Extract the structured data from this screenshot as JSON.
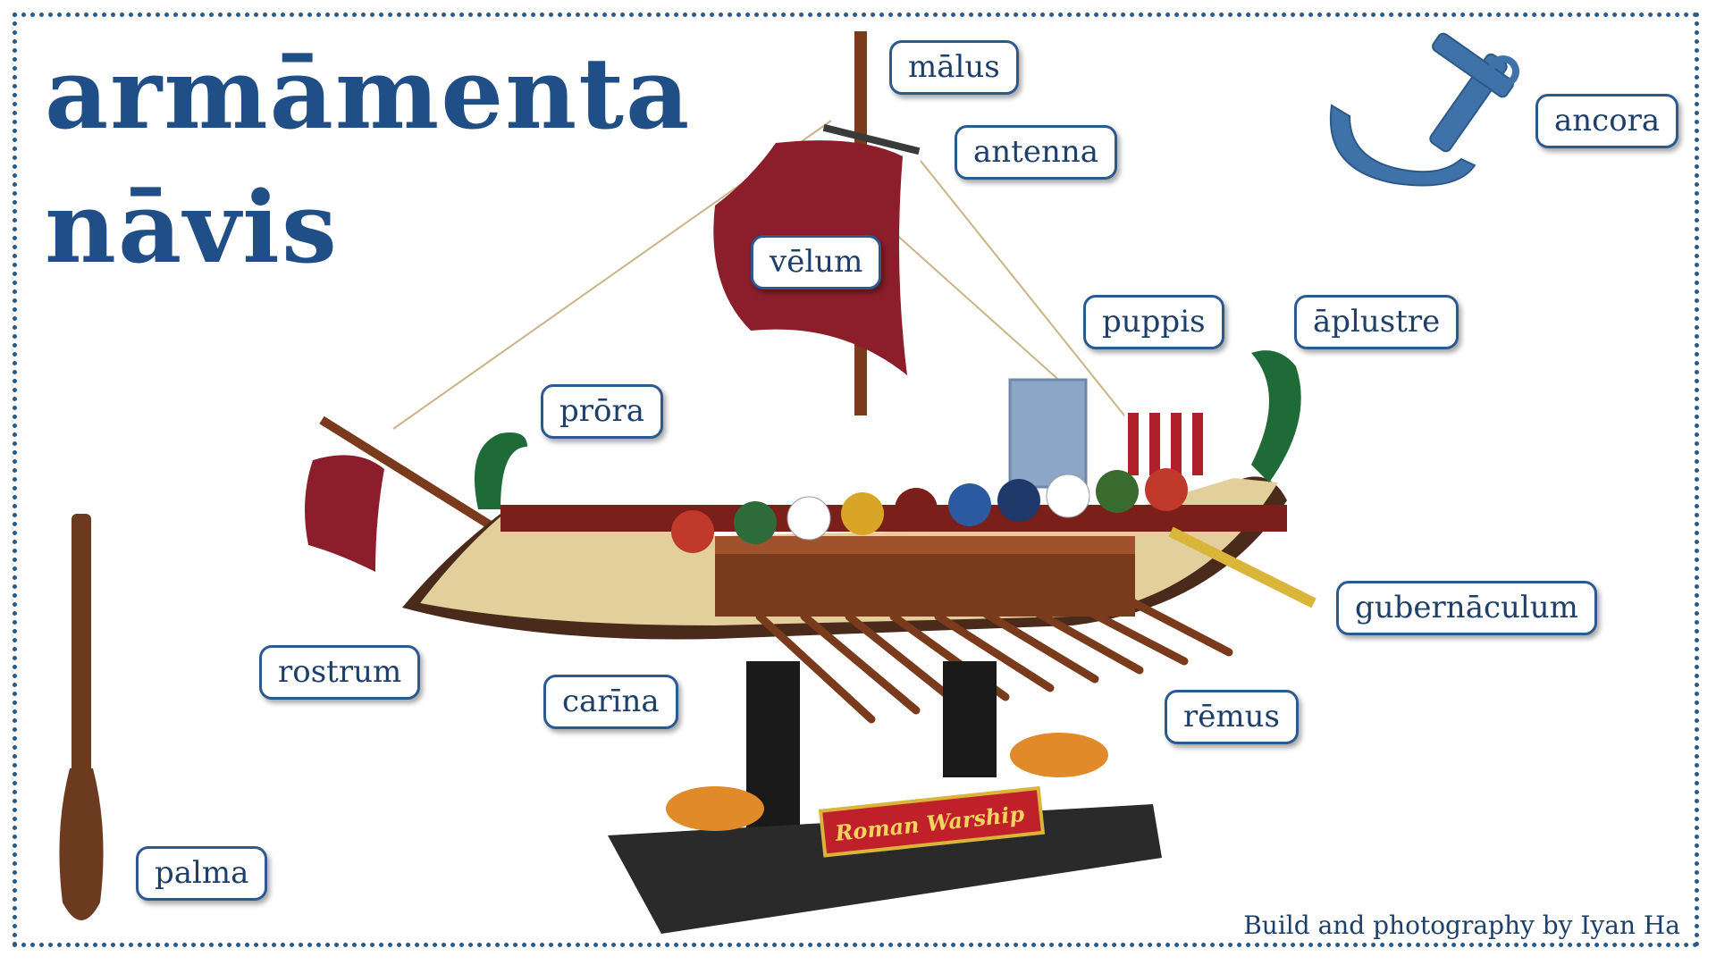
{
  "title": {
    "line1": "armāmenta",
    "line2": "nāvis"
  },
  "labels": {
    "malus": "mālus",
    "antenna": "antenna",
    "velum": "vēlum",
    "puppis": "puppis",
    "aplustre": "āplustre",
    "prora": "prōra",
    "ancora": "ancora",
    "gubernaculum": "gubernāculum",
    "rostrum": "rostrum",
    "carina": "carīna",
    "remus": "rēmus",
    "palma": "palma"
  },
  "plaque": "Roman Warship",
  "credit": "Build and photography by Iyan Ha"
}
